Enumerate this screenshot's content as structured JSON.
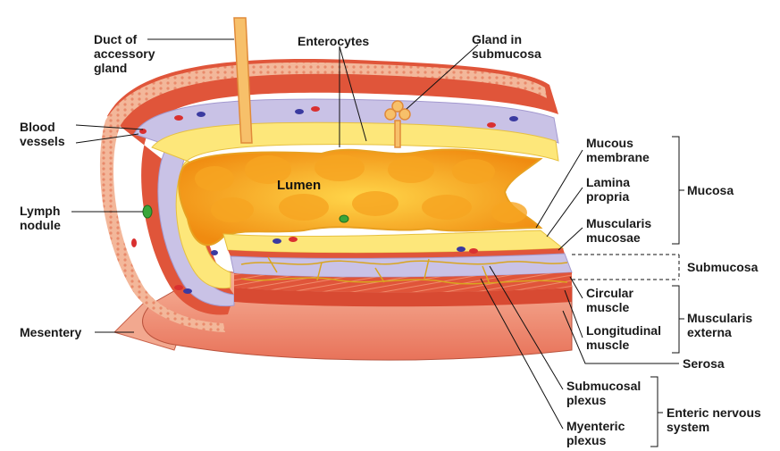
{
  "labels": {
    "duct_line1": "Duct of",
    "duct_line2": "accessory",
    "duct_line3": "gland",
    "enterocytes": "Enterocytes",
    "gland_line1": "Gland in",
    "gland_line2": "submucosa",
    "blood_line1": "Blood",
    "blood_line2": "vessels",
    "lymph_line1": "Lymph",
    "lymph_line2": "nodule",
    "lumen": "Lumen",
    "mesentery": "Mesentery",
    "mucous_line1": "Mucous",
    "mucous_line2": "membrane",
    "lamina_line1": "Lamina",
    "lamina_line2": "propria",
    "muscularis_mucosae_line1": "Muscularis",
    "muscularis_mucosae_line2": "mucosae",
    "circular_line1": "Circular",
    "circular_line2": "muscle",
    "longitudinal_line1": "Longitudinal",
    "longitudinal_line2": "muscle",
    "serosa": "Serosa",
    "submucosal_line1": "Submucosal",
    "submucosal_line2": "plexus",
    "myenteric_line1": "Myenteric",
    "myenteric_line2": "plexus"
  },
  "groups": {
    "mucosa": "Mucosa",
    "submucosa": "Submucosa",
    "muscularis_line1": "Muscularis",
    "muscularis_line2": "externa",
    "enteric_line1": "Enteric nervous",
    "enteric_line2": "system"
  },
  "colors": {
    "muscle": "#e0553a",
    "submucosa": "#c9c2e6",
    "mucosa": "#fde77a",
    "lumen": "#f59a1c",
    "serosa": "#f6b89c",
    "nerve": "#d9a520"
  }
}
